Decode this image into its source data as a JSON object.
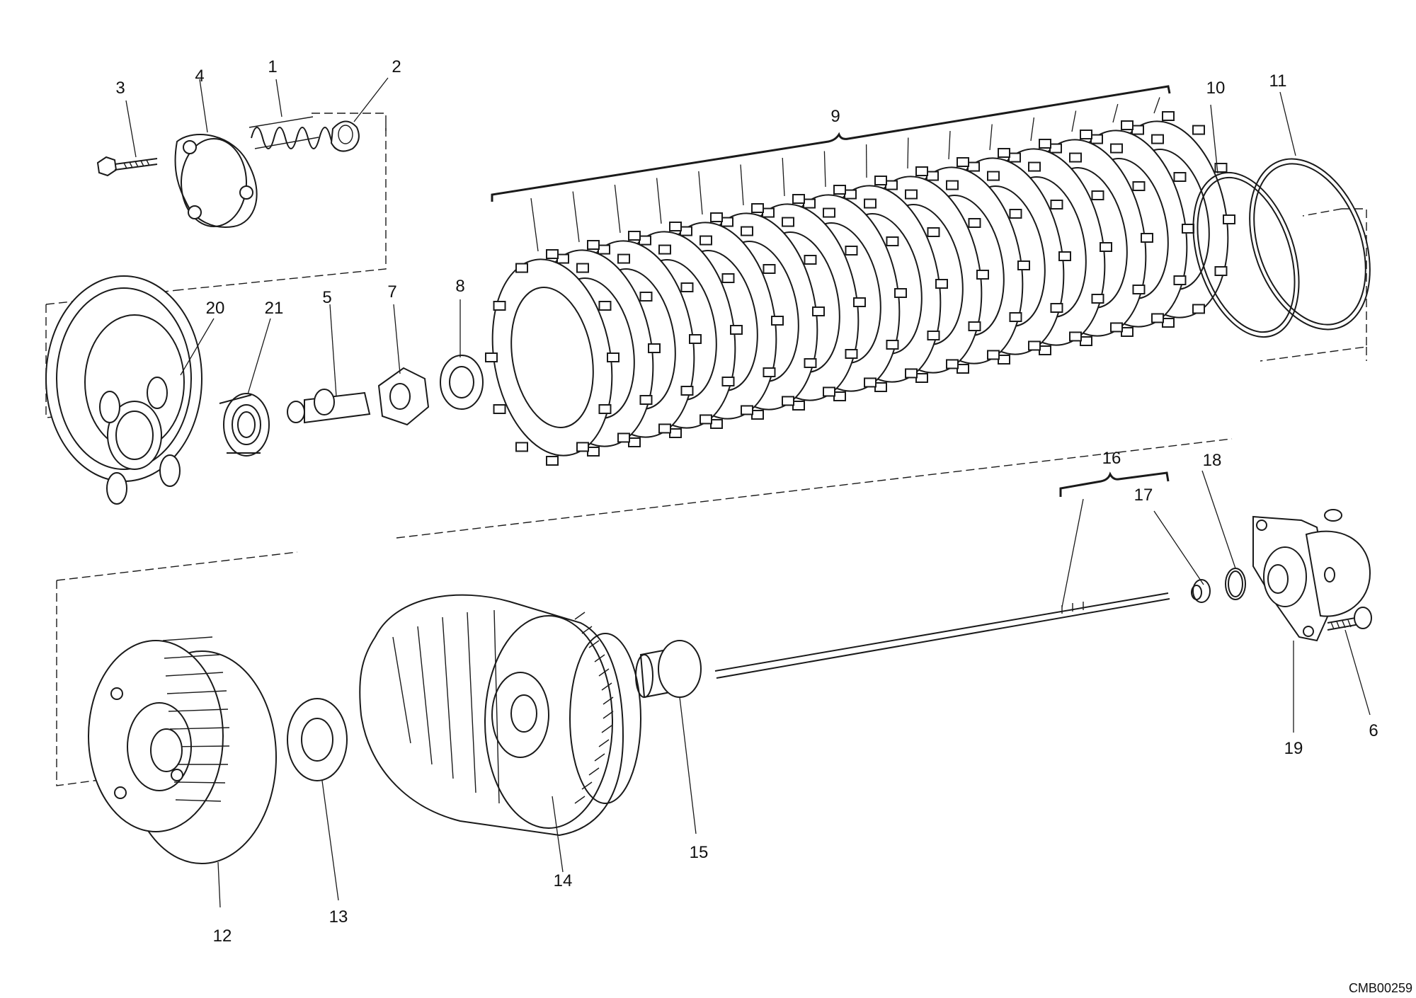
{
  "diagram_code": "CMB00259",
  "callouts": [
    {
      "id": "1",
      "text": "1"
    },
    {
      "id": "2",
      "text": "2"
    },
    {
      "id": "3",
      "text": "3"
    },
    {
      "id": "4",
      "text": "4"
    },
    {
      "id": "5",
      "text": "5"
    },
    {
      "id": "6",
      "text": "6"
    },
    {
      "id": "7",
      "text": "7"
    },
    {
      "id": "8",
      "text": "8"
    },
    {
      "id": "9",
      "text": "9"
    },
    {
      "id": "10",
      "text": "10"
    },
    {
      "id": "11",
      "text": "11"
    },
    {
      "id": "12",
      "text": "12"
    },
    {
      "id": "13",
      "text": "13"
    },
    {
      "id": "14",
      "text": "14"
    },
    {
      "id": "15",
      "text": "15"
    },
    {
      "id": "16",
      "text": "16"
    },
    {
      "id": "17",
      "text": "17"
    },
    {
      "id": "18",
      "text": "18"
    },
    {
      "id": "19",
      "text": "19"
    },
    {
      "id": "20",
      "text": "20"
    },
    {
      "id": "21",
      "text": "21"
    }
  ]
}
